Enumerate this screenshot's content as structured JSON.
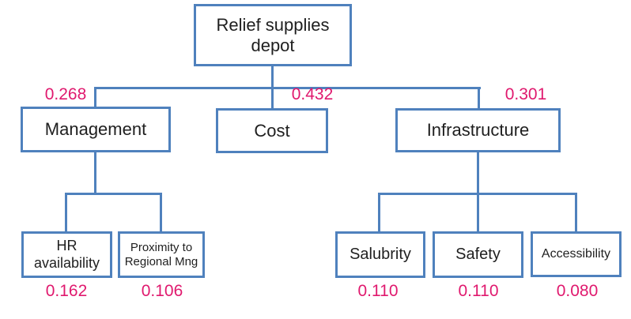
{
  "tree": {
    "root": {
      "label": "Relief supplies depot"
    },
    "criteria": [
      {
        "label": "Management",
        "weight": "0.268"
      },
      {
        "label": "Cost",
        "weight": "0.432"
      },
      {
        "label": "Infrastructure",
        "weight": "0.301"
      }
    ],
    "subcriteria": [
      {
        "label": "HR availability",
        "weight": "0.162",
        "parent": "Management"
      },
      {
        "label": "Proximity to Regional Mng",
        "weight": "0.106",
        "parent": "Management"
      },
      {
        "label": "Salubrity",
        "weight": "0.110",
        "parent": "Infrastructure"
      },
      {
        "label": "Safety",
        "weight": "0.110",
        "parent": "Infrastructure"
      },
      {
        "label": "Accessibility",
        "weight": "0.080",
        "parent": "Infrastructure"
      }
    ]
  },
  "colors": {
    "box_border": "#4f81bd",
    "connector": "#4f81bd",
    "weight_text": "#e0196e",
    "label_text": "#1f1f1f",
    "background": "#ffffff"
  }
}
